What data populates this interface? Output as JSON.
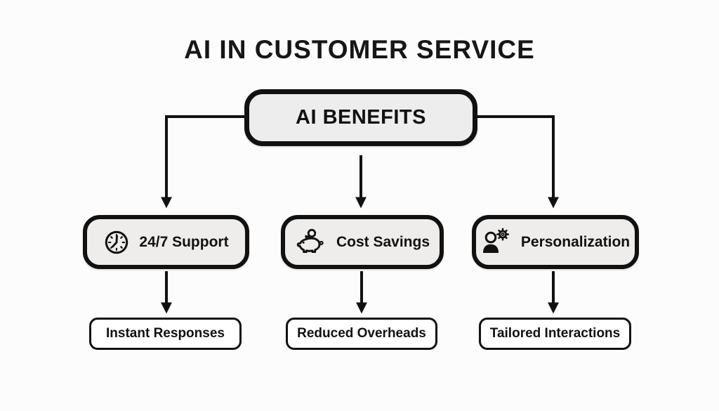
{
  "title": "AI IN CUSTOMER SERVICE",
  "root": {
    "label": "AI BENEFITS"
  },
  "branches": [
    {
      "icon": "clock-icon",
      "label": "24/7 Support",
      "outcome": "Instant Responses"
    },
    {
      "icon": "piggy-bank-icon",
      "label": "Cost Savings",
      "outcome": "Reduced Overheads"
    },
    {
      "icon": "person-gear-icon",
      "label": "Personalization",
      "outcome": "Tailored Interactions"
    }
  ],
  "colors": {
    "background": "#fcfcfc",
    "stroke": "#111111",
    "text": "#161616",
    "root_fill": "#ededed",
    "branch_fill": "#eeedeb",
    "outcome_fill": "#ffffff"
  }
}
